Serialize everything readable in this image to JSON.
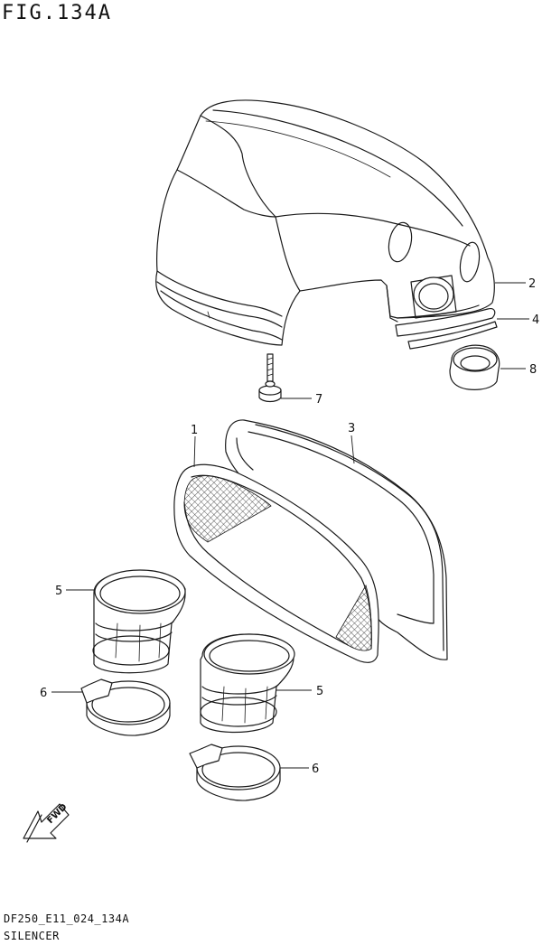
{
  "figure": {
    "title": "FIG.134A",
    "drawing_code": "DF250_E11_024_134A",
    "section_name": "SILENCER"
  },
  "fwd_arrow": {
    "label": "FWD"
  },
  "callouts": [
    {
      "number": "1",
      "part": "filter element"
    },
    {
      "number": "2",
      "part": "silencer case"
    },
    {
      "number": "3",
      "part": "filter seal frame"
    },
    {
      "number": "4",
      "part": "case seal"
    },
    {
      "number": "5",
      "part": "intake duct"
    },
    {
      "number": "5",
      "part": "intake duct"
    },
    {
      "number": "6",
      "part": "clamp"
    },
    {
      "number": "6",
      "part": "clamp"
    },
    {
      "number": "7",
      "part": "bolt"
    },
    {
      "number": "8",
      "part": "grommet"
    }
  ],
  "colors": {
    "line": "#1a1a1a",
    "background": "#ffffff"
  }
}
